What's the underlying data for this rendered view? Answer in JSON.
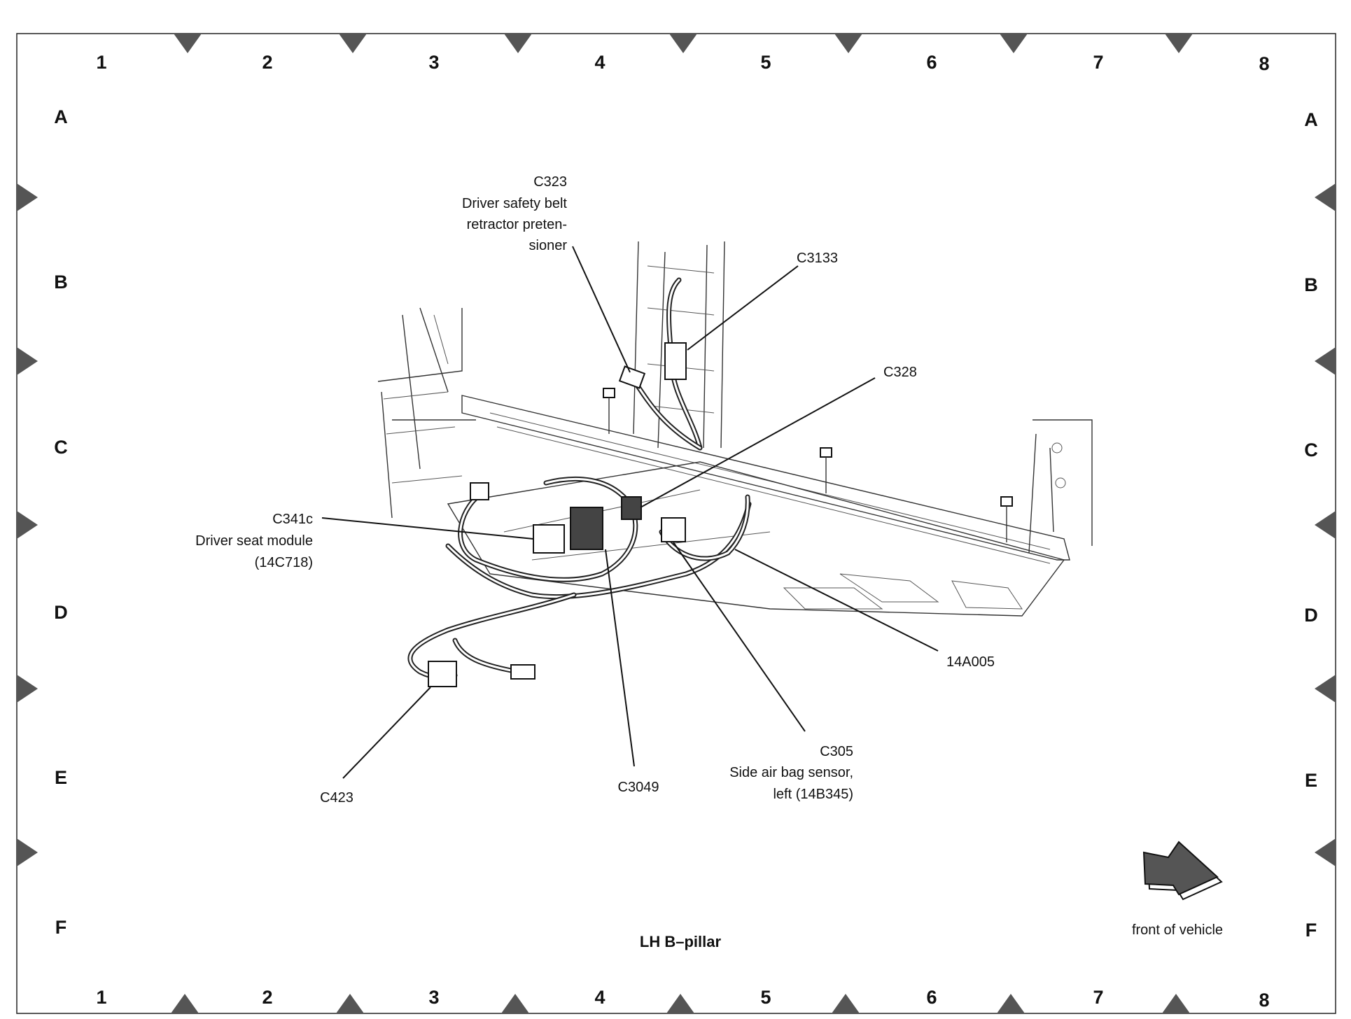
{
  "grid": {
    "columns": [
      "1",
      "2",
      "3",
      "4",
      "5",
      "6",
      "7",
      "8"
    ],
    "rows": [
      "A",
      "B",
      "C",
      "D",
      "E",
      "F"
    ]
  },
  "callouts": {
    "c323": [
      "C323",
      "Driver safety belt",
      "retractor preten-",
      "sioner"
    ],
    "c3133": [
      "C3133"
    ],
    "c328": [
      "C328"
    ],
    "c341c": [
      "C341c",
      "Driver seat module",
      "(14C718)"
    ],
    "a14a005": [
      "14A005"
    ],
    "c305": [
      "C305",
      "Side air bag sensor,",
      "left (14B345)"
    ],
    "c423": [
      "C423"
    ],
    "c3049": [
      "C3049"
    ]
  },
  "title": "LH B–pillar",
  "orientation": {
    "label": "front of vehicle",
    "icon": "arrow-icon"
  }
}
